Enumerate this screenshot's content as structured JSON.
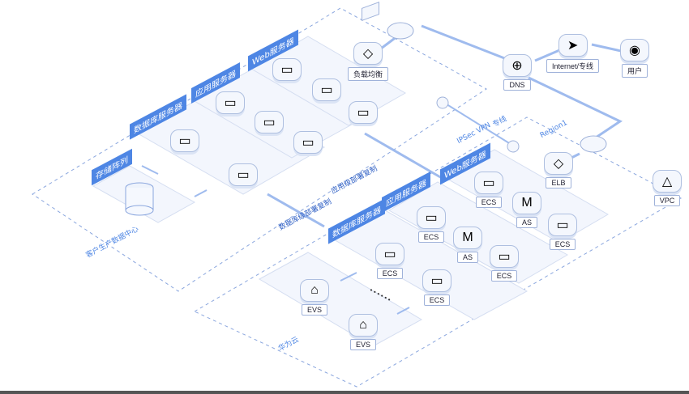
{
  "labels": {
    "storage_array": "存储阵列",
    "db_server_left": "数据库服务器",
    "app_server_left": "应用服务器",
    "web_server_left": "Web服务器",
    "load_balance": "负载均衡",
    "dns": "DNS",
    "internet_line": "Internet/专线",
    "user": "用户",
    "elb": "ELB",
    "vpc": "VPC",
    "region": "Region1",
    "dedicated_line": "专线",
    "ipsec_vpn": "IPSec VPN",
    "web_server_right": "Web服务器",
    "app_server_right": "应用服务器",
    "db_server_right": "数据库服务器",
    "app_deploy_sync": "应用级部署复制",
    "db_deploy_sync": "数据库级部署复制",
    "customer_dc": "客户生产数据中心",
    "huawei_cloud": "华为云",
    "ecs": "ECS",
    "as": "AS",
    "evs": "EVS",
    "ellipsis": "• • • • • •"
  },
  "colors": {
    "accent": "#4e86e4",
    "line": "#9fbbee",
    "dash": "#8aa6de"
  }
}
